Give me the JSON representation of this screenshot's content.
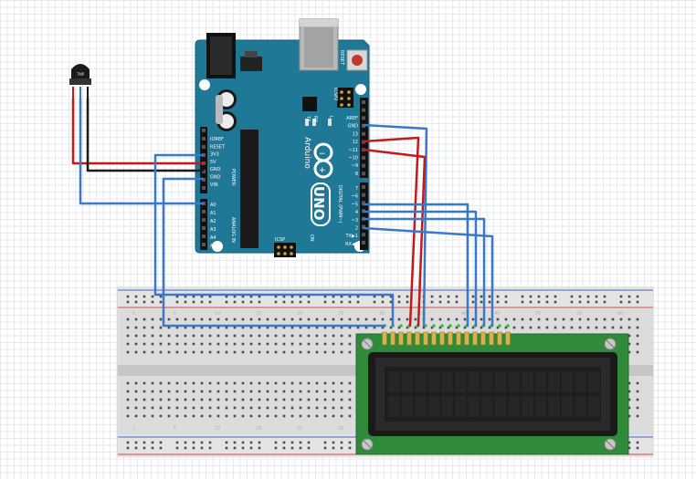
{
  "board": {
    "model": "UNO",
    "brand": "Arduino",
    "reset_label": "RESET",
    "icsp_label": "ICSP",
    "icsp2_label": "ICSP2",
    "tx_label": "TX",
    "rx_label": "RX",
    "l_label": "L",
    "on_label": "ON",
    "power_label": "POWER",
    "analog_label": "ANALOG IN",
    "digital_label": "DIGITAL (PWM~)",
    "power_pins": [
      "IOREF",
      "RESET",
      "3V3",
      "5V",
      "GND",
      "GND",
      "VIN"
    ],
    "analog_pins": [
      "A0",
      "A1",
      "A2",
      "A3",
      "A4",
      "A5"
    ],
    "digital_top_pins": [
      "AREF",
      "GND",
      "13",
      "12",
      "~11",
      "~10",
      "~9",
      "8"
    ],
    "digital_bottom_pins": [
      "7",
      "~6",
      "~5",
      "4",
      "~3",
      "2",
      "TX▶1",
      "RX◀0"
    ]
  },
  "sensor": {
    "marking": "TMP"
  },
  "breadboard": {
    "columns_left": [
      "1",
      "5",
      "10",
      "15",
      "20",
      "25",
      "30",
      "35",
      "40"
    ],
    "columns_right": [
      "45",
      "50",
      "55",
      "60"
    ]
  },
  "colors": {
    "board": "#1f7896",
    "wire_blue": "#3a78c9",
    "wire_red": "#c21a1a",
    "wire_black": "#1a1a1a",
    "lcd_pcb": "#2f8a3a",
    "lcd_screen": "#1e1e1e"
  }
}
